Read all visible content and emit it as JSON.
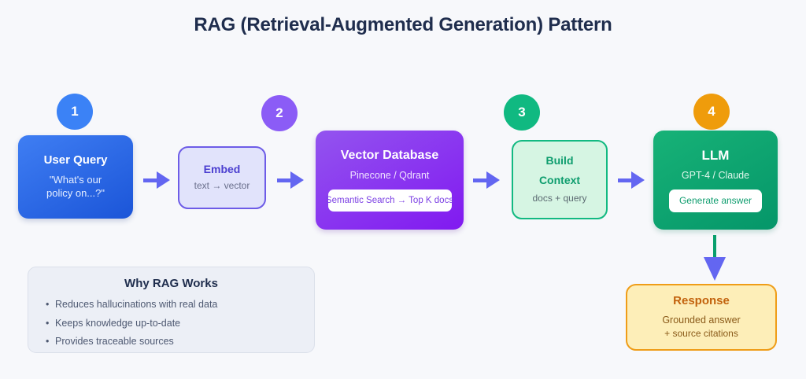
{
  "title": "RAG (Retrieval-Augmented Generation) Pattern",
  "colors": {
    "background": "#f7f8fb",
    "title": "#1f2d4d",
    "arrow": "#6366f1",
    "vertical_arrow_shaft": "#089f6d",
    "badge_1": "#3b82f6",
    "badge_2": "#8b5cf6",
    "badge_3": "#10b981",
    "badge_4": "#ef9c0b"
  },
  "badges": [
    {
      "number": "1",
      "color": "#3b82f6"
    },
    {
      "number": "2",
      "color": "#8b5cf6"
    },
    {
      "number": "3",
      "color": "#10b981"
    },
    {
      "number": "4",
      "color": "#ef9c0b"
    }
  ],
  "nodes": {
    "user_query": {
      "title": "User Query",
      "sub_line1": "\"What's our",
      "sub_line2": "policy on...?\""
    },
    "embed": {
      "title": "Embed",
      "sub": "text → vector"
    },
    "vector_db": {
      "title": "Vector Database",
      "sub": "Pinecone / Qdrant",
      "pill": "Semantic Search → Top K docs"
    },
    "build_context": {
      "title_line1": "Build",
      "title_line2": "Context",
      "sub": "docs + query"
    },
    "llm": {
      "title": "LLM",
      "sub": "GPT-4 / Claude",
      "pill": "Generate answer"
    },
    "response": {
      "title": "Response",
      "sub_line1": "Grounded answer",
      "sub_line2": "+ source citations"
    }
  },
  "info_panel": {
    "title": "Why RAG Works",
    "bullets": [
      "Reduces hallucinations with real data",
      "Keeps knowledge up-to-date",
      "Provides traceable sources"
    ]
  }
}
